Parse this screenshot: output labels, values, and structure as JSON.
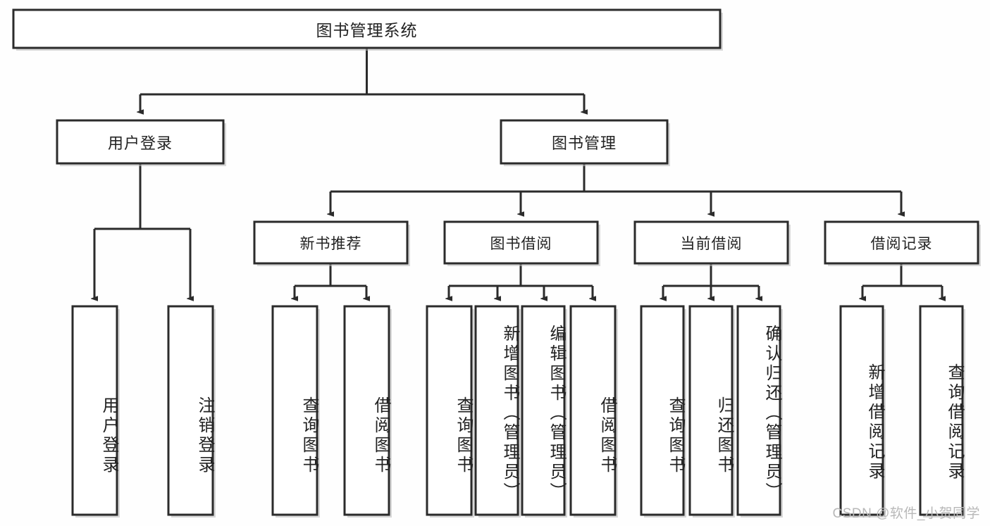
{
  "diagram": {
    "title_text": "图书管理系统",
    "type": "tree",
    "watermark": "CSDN @软件_小贺同学",
    "colors": {
      "box_stroke": "#2b2b2b",
      "box_fill": "#ffffff",
      "text": "#222222",
      "watermark": "#b8b8b8",
      "background": "#ffffff"
    },
    "nodes": {
      "root": {
        "label": "图书管理系统"
      },
      "level2": [
        {
          "id": "user-login",
          "label": "用户登录"
        },
        {
          "id": "book-manage",
          "label": "图书管理"
        }
      ],
      "level3": [
        {
          "id": "new-book-rec",
          "label": "新书推荐"
        },
        {
          "id": "book-borrow",
          "label": "图书借阅"
        },
        {
          "id": "current-borrow",
          "label": "当前借阅"
        },
        {
          "id": "borrow-record",
          "label": "借阅记录"
        }
      ],
      "leaves": {
        "user-login": [
          {
            "id": "leaf-user-login",
            "label": "用户登录"
          },
          {
            "id": "leaf-user-logout",
            "label": "注销登录"
          }
        ],
        "new-book-rec": [
          {
            "id": "leaf-query-book-1",
            "label": "查询图书"
          },
          {
            "id": "leaf-borrow-book-1",
            "label": "借阅图书"
          }
        ],
        "book-borrow": [
          {
            "id": "leaf-query-book-2",
            "label": "查询图书"
          },
          {
            "id": "leaf-add-book",
            "label": "新增图书（管理员）"
          },
          {
            "id": "leaf-edit-book",
            "label": "编辑图书（管理员）"
          },
          {
            "id": "leaf-borrow-book-2",
            "label": "借阅图书"
          }
        ],
        "current-borrow": [
          {
            "id": "leaf-query-book-3",
            "label": "查询图书"
          },
          {
            "id": "leaf-return-book",
            "label": "归还图书"
          },
          {
            "id": "leaf-confirm-return",
            "label": "确认归还（管理员）"
          }
        ],
        "borrow-record": [
          {
            "id": "leaf-add-record",
            "label": "新增借阅记录"
          },
          {
            "id": "leaf-query-record",
            "label": "查询借阅记录"
          }
        ]
      }
    }
  }
}
